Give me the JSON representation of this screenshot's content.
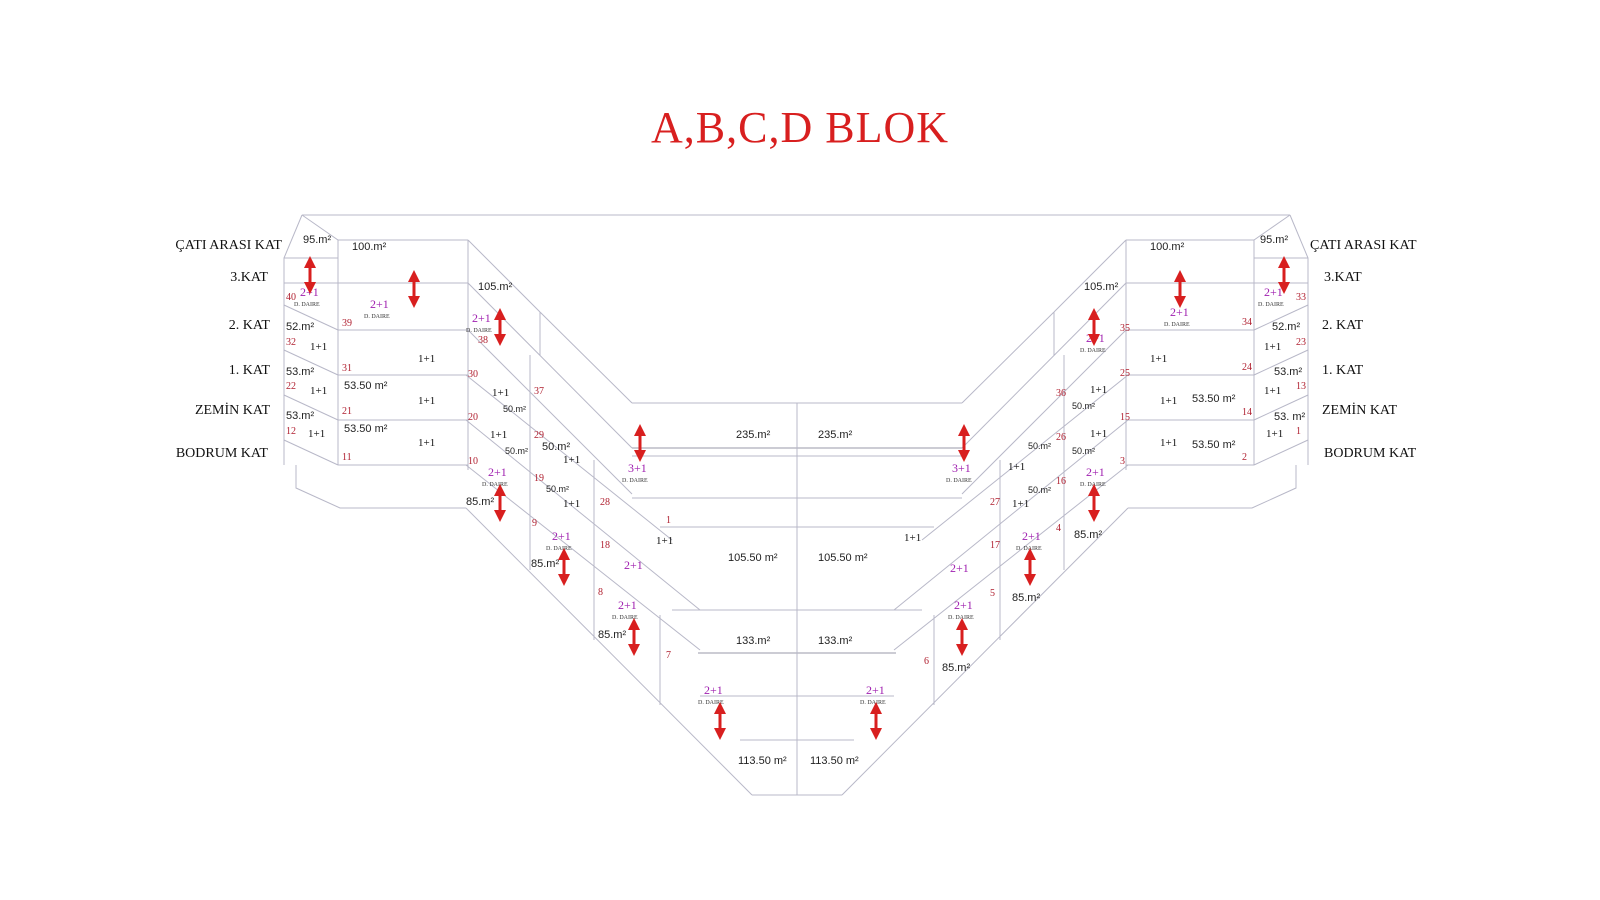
{
  "title": "A,B,C,D BLOK",
  "colors": {
    "title": "#d81f1f",
    "duplex": "#a020b0",
    "unit_number": "#b02030",
    "arrow": "#d81f1f",
    "line": "#b8b8c8"
  },
  "floors_left": [
    "ÇATI ARASI KAT",
    "3.KAT",
    "2. KAT",
    "1. KAT",
    "ZEMİN KAT",
    "BODRUM KAT"
  ],
  "floors_right": [
    "ÇATI ARASI KAT",
    "3.KAT",
    "2. KAT",
    "1. KAT",
    "ZEMİN KAT",
    "BODRUM KAT"
  ],
  "areas": {
    "a95": "95.m²",
    "a100": "100.m²",
    "a105": "105.m²",
    "a52": "52.m²",
    "a53": "53.m²",
    "a5350": "53.50 m²",
    "a53b": "53. m²",
    "a50": "50.m²",
    "a50b": "50.m²",
    "a85": "85.m²",
    "a235": "235.m²",
    "a10550": "105.50 m²",
    "a133": "133.m²",
    "a11350": "113.50 m²"
  },
  "types": {
    "t11": "1+1",
    "t21": "2+1",
    "t31": "3+1",
    "daire": "D. DAIRE"
  },
  "numbers": [
    "1",
    "2",
    "3",
    "4",
    "5",
    "6",
    "7",
    "8",
    "9",
    "10",
    "11",
    "12",
    "13",
    "14",
    "15",
    "16",
    "17",
    "18",
    "19",
    "20",
    "21",
    "22",
    "23",
    "24",
    "25",
    "26",
    "27",
    "28",
    "29",
    "30",
    "31",
    "32",
    "33",
    "34",
    "35",
    "36",
    "37",
    "38",
    "39",
    "40"
  ]
}
